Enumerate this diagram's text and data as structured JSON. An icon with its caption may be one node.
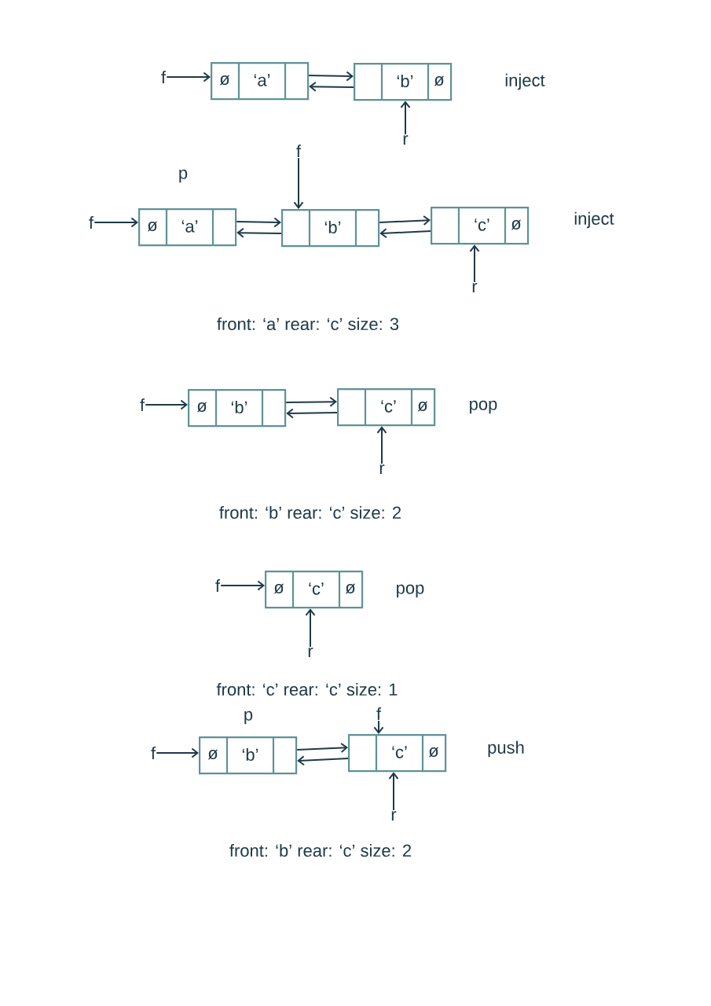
{
  "diagram": {
    "nodes": [
      {
        "text": [
          "f"
        ]
      },
      {
        "text": [
          "ø",
          "‘a’"
        ]
      },
      {
        "text": [
          "‘b’",
          "ø"
        ]
      },
      {
        "text": [
          "r"
        ]
      },
      {
        "text": [
          "f"
        ]
      },
      {
        "text": [
          "f"
        ]
      },
      {
        "text": [
          "ø",
          "‘a’"
        ]
      },
      {
        "text": [
          "‘b’"
        ]
      },
      {
        "text": [
          "‘c’",
          "ø"
        ]
      },
      {
        "text": [
          "r"
        ]
      },
      {
        "text": [
          "f"
        ]
      },
      {
        "text": [
          "ø",
          "‘b’"
        ]
      },
      {
        "text": [
          "‘c’",
          "ø"
        ]
      },
      {
        "text": [
          "r"
        ]
      },
      {
        "text": [
          "f"
        ]
      },
      {
        "text": [
          "ø",
          "‘c’",
          "ø"
        ]
      },
      {
        "text": [
          "r"
        ]
      },
      {
        "text": [
          "f"
        ]
      },
      {
        "text": [
          "f"
        ]
      },
      {
        "text": [
          "ø",
          "‘b’"
        ]
      },
      {
        "text": [
          "‘c’",
          "ø"
        ]
      },
      {
        "text": [
          "r"
        ]
      }
    ],
    "edges": [
      {
        "from": 0,
        "to": 1,
        "arrow": "to"
      },
      {
        "from": 1,
        "to": 2,
        "arrow": "to"
      },
      {
        "from": 2,
        "to": 1,
        "arrow": "to"
      },
      {
        "from": 3,
        "to": 2,
        "arrow": "to"
      },
      {
        "from": 4,
        "to": 7,
        "arrow": "to"
      },
      {
        "from": 5,
        "to": 6,
        "arrow": "to"
      },
      {
        "from": 6,
        "to": 7,
        "arrow": "to"
      },
      {
        "from": 7,
        "to": 6,
        "arrow": "to"
      },
      {
        "from": 7,
        "to": 8,
        "arrow": "to"
      },
      {
        "from": 8,
        "to": 7,
        "arrow": "to"
      },
      {
        "from": 9,
        "to": 8,
        "arrow": "to"
      },
      {
        "from": 10,
        "to": 11,
        "arrow": "to"
      },
      {
        "from": 11,
        "to": 12,
        "arrow": "to"
      },
      {
        "from": 12,
        "to": 11,
        "arrow": "to"
      },
      {
        "from": 13,
        "to": 12,
        "arrow": "to"
      },
      {
        "from": 14,
        "to": 15,
        "arrow": "to"
      },
      {
        "from": 16,
        "to": 15,
        "arrow": "to"
      },
      {
        "from": 17,
        "to": 20,
        "arrow": "to"
      },
      {
        "from": 18,
        "to": 19,
        "arrow": "to"
      },
      {
        "from": 19,
        "to": 20,
        "arrow": "to"
      },
      {
        "from": 20,
        "to": 19,
        "arrow": "to"
      },
      {
        "from": 21,
        "to": 20,
        "arrow": "to"
      }
    ],
    "labels": [
      "inject",
      "p",
      "inject",
      "front: ‘a’ rear: ‘c’ size: 3",
      "pop",
      "front: ‘b’ rear: ‘c’ size: 2",
      "pop",
      "front: ‘c’ rear: ‘c’ size: 1",
      "p",
      "push",
      "front: ‘b’ rear: ‘c’ size: 2"
    ]
  }
}
